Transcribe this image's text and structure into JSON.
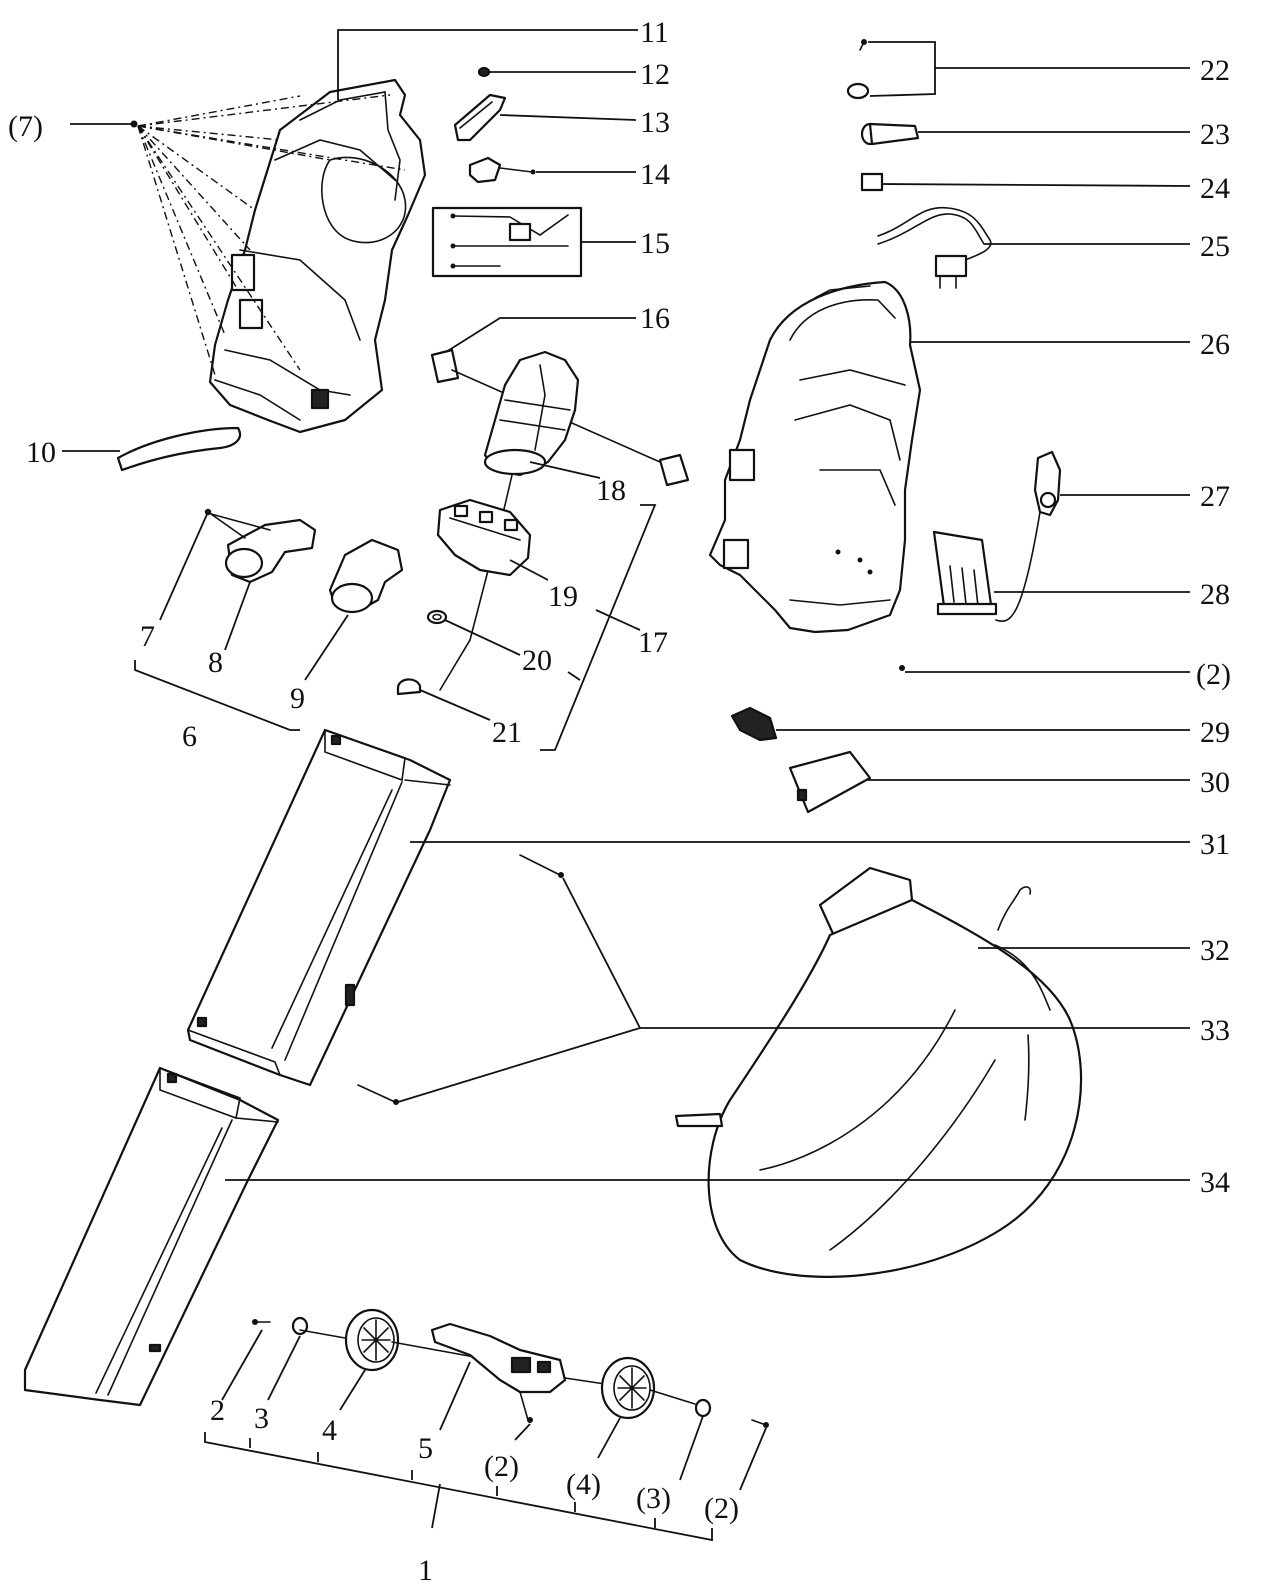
{
  "labels": {
    "p1": "1",
    "p2": "2",
    "p3": "3",
    "p4": "4",
    "p5": "5",
    "p6": "6",
    "p7": "7",
    "p8": "8",
    "p9": "9",
    "p10": "10",
    "p11": "11",
    "p12": "12",
    "p13": "13",
    "p14": "14",
    "p15": "15",
    "p16": "16",
    "p17": "17",
    "p18": "18",
    "p19": "19",
    "p20": "20",
    "p21": "21",
    "p22": "22",
    "p23": "23",
    "p24": "24",
    "p25": "25",
    "p26": "26",
    "p27": "27",
    "p28": "28",
    "p29": "29",
    "p30": "30",
    "p31": "31",
    "p32": "32",
    "p33": "33",
    "p34": "34",
    "ref7": "(7)",
    "ref2_right": "(2)",
    "ref2_a": "(2)",
    "ref4": "(4)",
    "ref3": "(3)",
    "ref2_b": "(2)"
  }
}
